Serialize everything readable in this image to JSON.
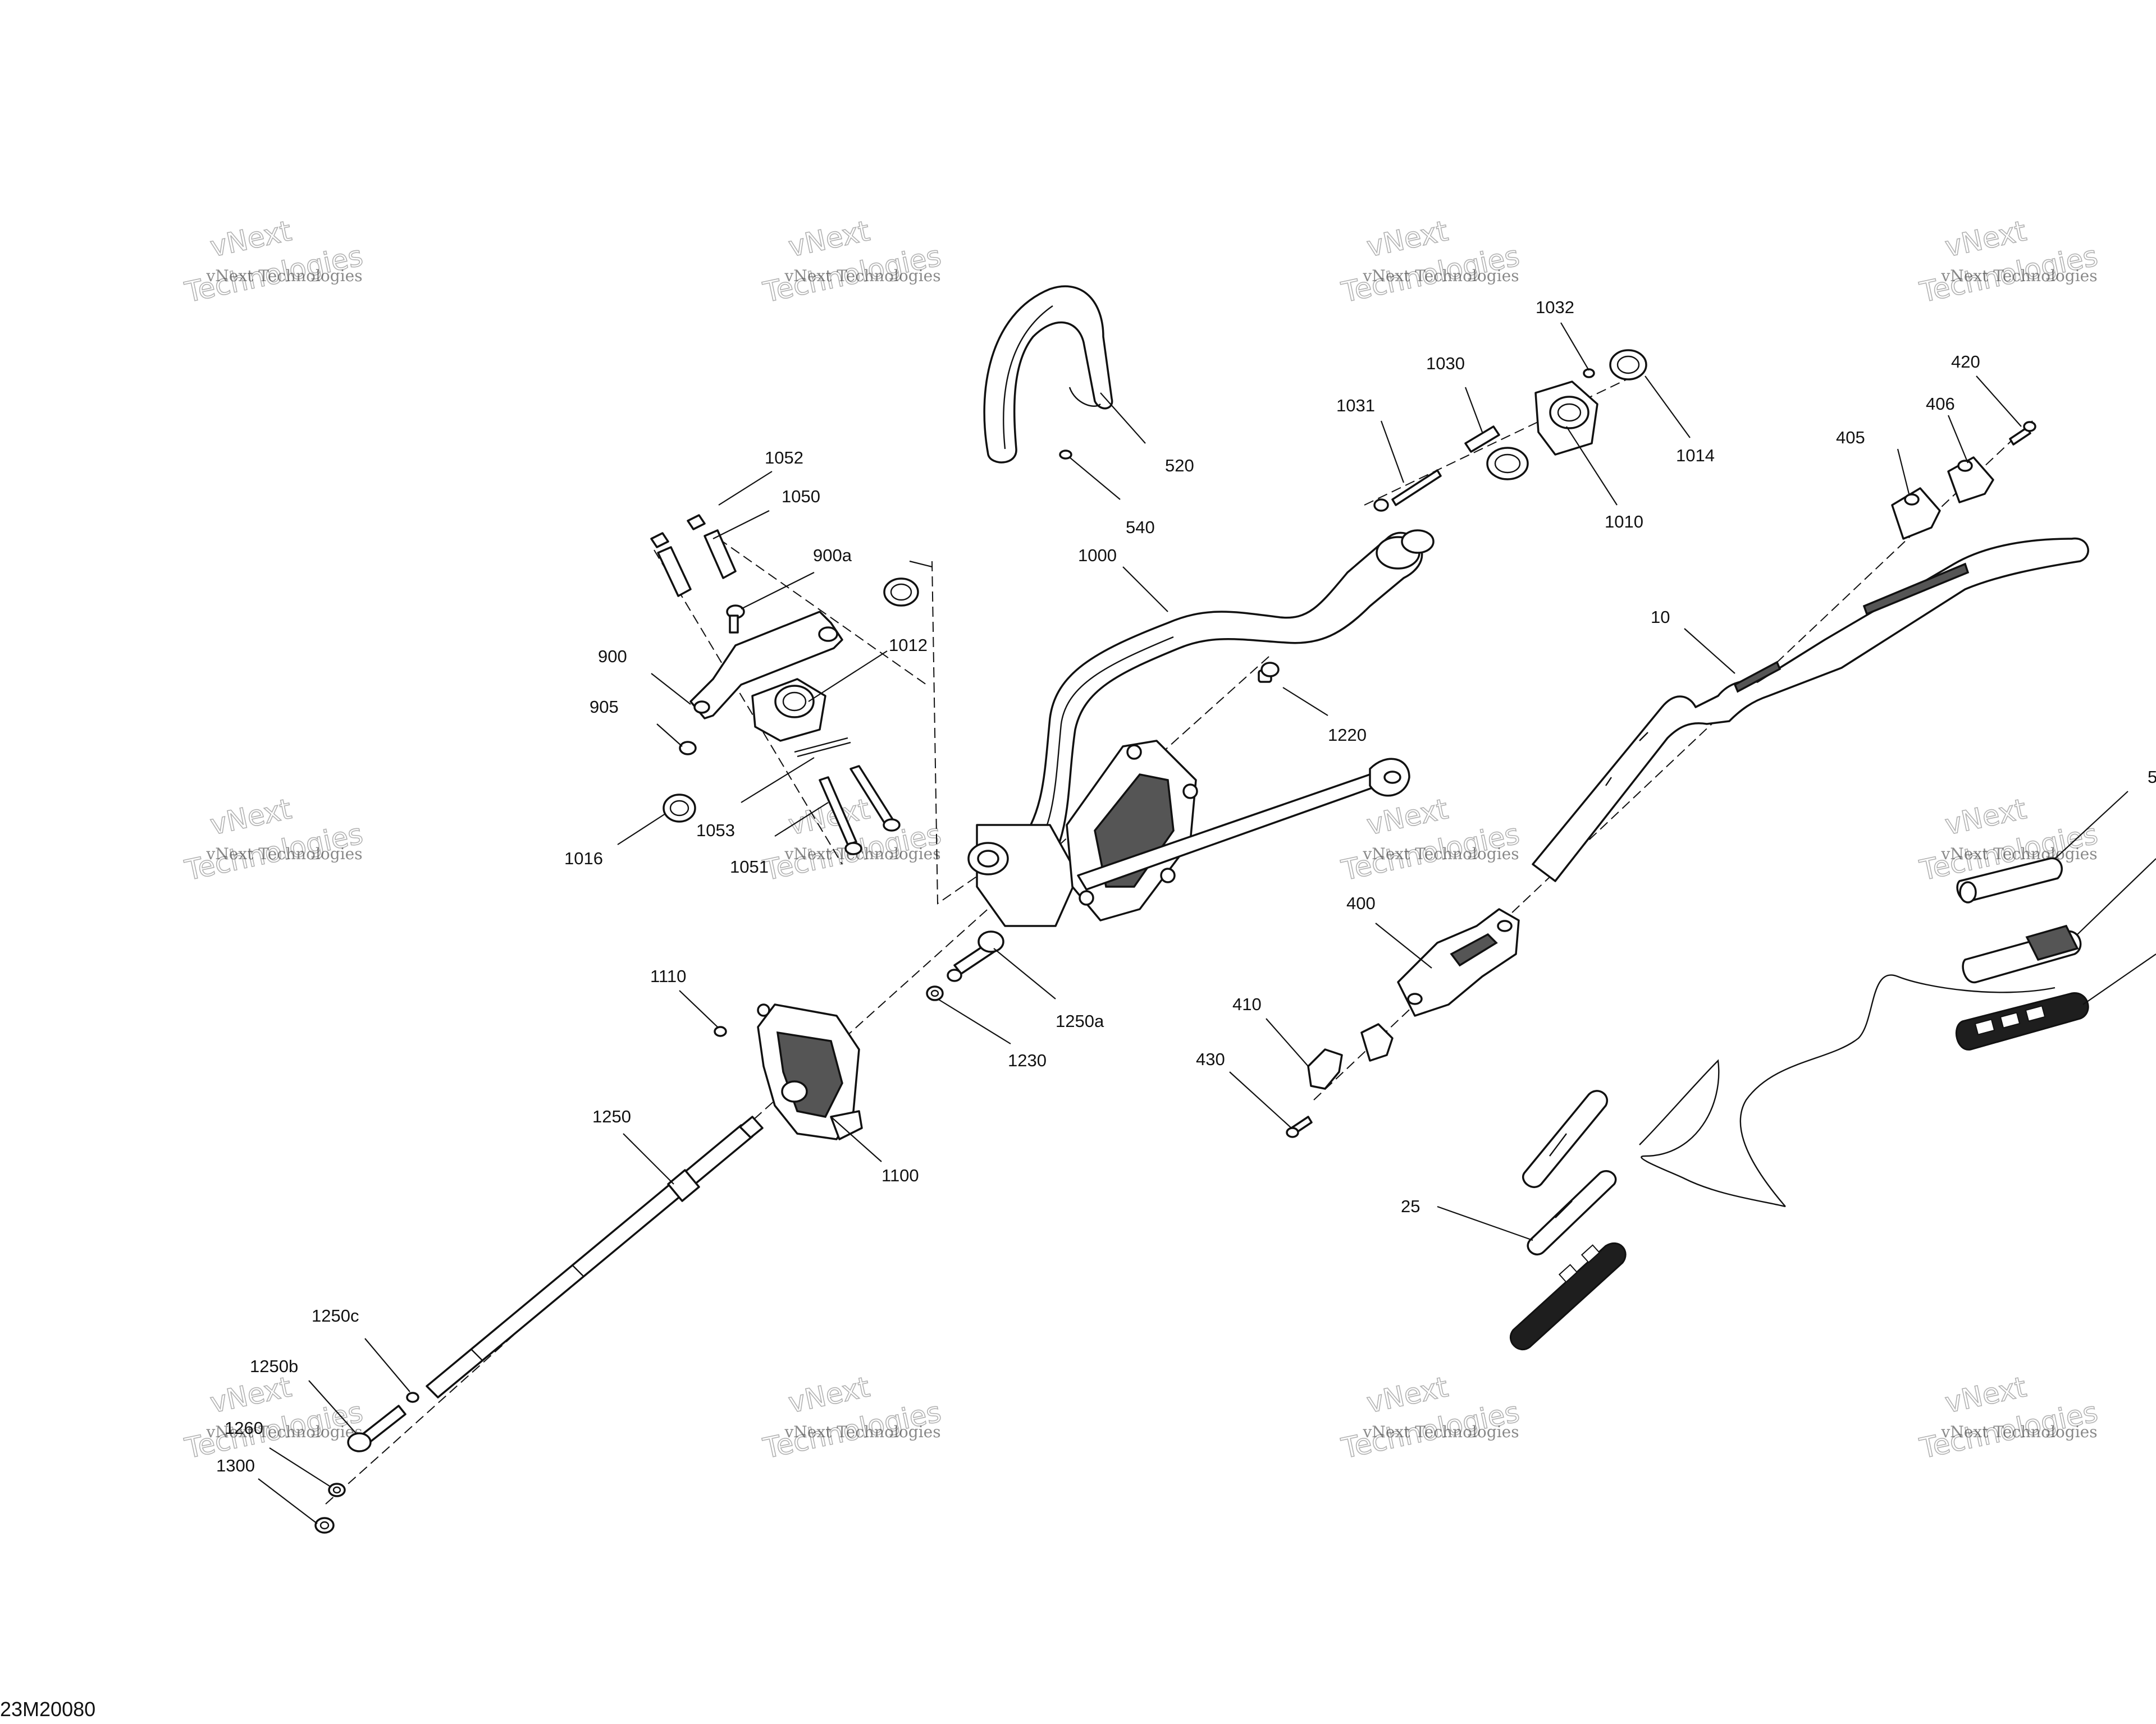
{
  "diagram_code": "23M20080",
  "watermark": {
    "line1": "vNext",
    "line2": "Technologies",
    "text": "vNext Technologies"
  },
  "callouts": {
    "c10": "10",
    "c25": "25",
    "c400": "400",
    "c405": "405",
    "c406": "406",
    "c410": "410",
    "c420": "420",
    "c430": "430",
    "c520": "520",
    "c540": "540",
    "c900": "900",
    "c900a": "900a",
    "c905": "905",
    "c1000": "1000",
    "c1010": "1010",
    "c1012": "1012",
    "c1014": "1014",
    "c1016": "1016",
    "c1030": "1030",
    "c1031": "1031",
    "c1032": "1032",
    "c1050": "1050",
    "c1051": "1051",
    "c1052": "1052",
    "c1053": "1053",
    "c1100": "1100",
    "c1110": "1110",
    "c1220": "1220",
    "c1230": "1230",
    "c1250": "1250",
    "c1250a": "1250a",
    "c1250b": "1250b",
    "c1250c": "1250c",
    "c1260": "1260",
    "c1300": "1300",
    "c5": "5"
  }
}
